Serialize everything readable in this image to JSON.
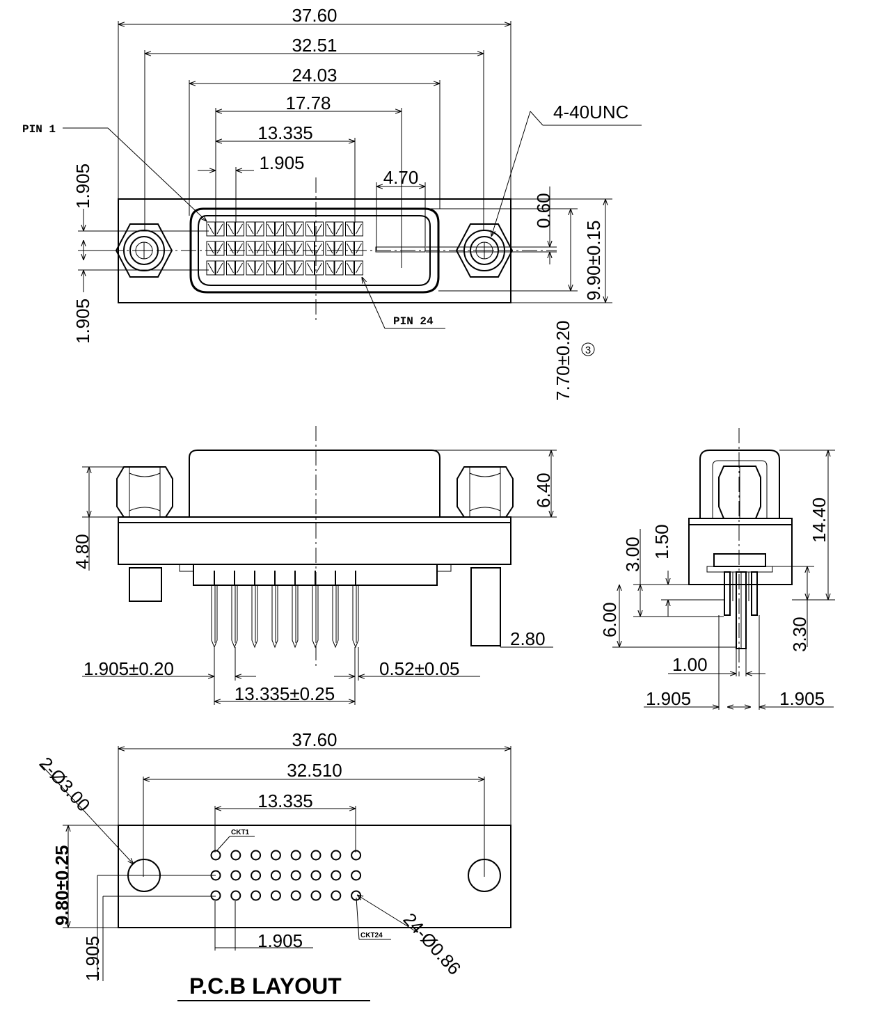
{
  "top_view": {
    "dimensions": {
      "overall_width": "37.60",
      "mount_hole_spacing": "32.51",
      "shell_width": "24.03",
      "pin_field_ref": "17.78",
      "pin_row_span": "13.335",
      "pin_pitch": "1.905",
      "blade_width": "4.70",
      "blade_offset": "0.60",
      "height_tol": "9.90±0.15",
      "depth_tol": "7.70±0.20",
      "row_pitch_upper": "1.905",
      "row_pitch_lower": "1.905"
    },
    "labels": {
      "pin1": "PIN 1",
      "pin24": "PIN 24",
      "thread": "4-40UNC",
      "note_marker": "3"
    }
  },
  "front_view": {
    "dimensions": {
      "flange_height": "4.80",
      "shell_height": "6.40",
      "boardlock_length": "2.80",
      "pitch_tol": "1.905±0.20",
      "pin_dia_tol": "0.52±0.05",
      "span_tol": "13.335±0.25"
    }
  },
  "side_view": {
    "dimensions": {
      "overall_height": "14.40",
      "d_3_00": "3.00",
      "d_1_50": "1.50",
      "d_6_00": "6.00",
      "d_3_30": "3.30",
      "d_1_00": "1.00",
      "pitch_left": "1.905",
      "pitch_right": "1.905"
    }
  },
  "pcb_layout": {
    "title": "P.C.B LAYOUT",
    "dimensions": {
      "overall_width": "37.60",
      "hole_spacing": "32.510",
      "pin_span": "13.335",
      "pin_pitch": "1.905",
      "height_tol": "9.80±0.25",
      "row_offset": "1.905",
      "mount_holes": "2-Ø3.00",
      "pin_holes": "24-Ø0.86"
    },
    "labels": {
      "ckt1": "CKT1",
      "ckt24": "CKT24"
    }
  }
}
